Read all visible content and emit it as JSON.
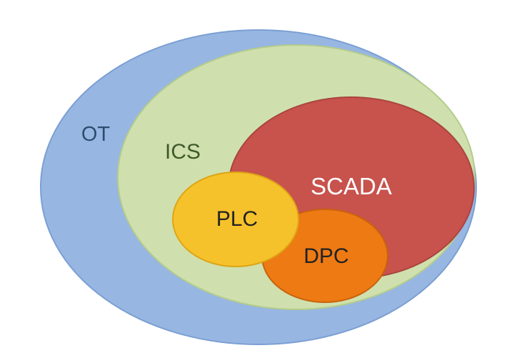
{
  "diagram": {
    "labels": {
      "ot": "OT",
      "ics": "ICS",
      "scada": "SCADA",
      "plc": "PLC",
      "dpc": "DPC"
    },
    "colors": {
      "ot": "#97b6e2",
      "ot_stroke": "#7b9fd3",
      "ics": "#cfe0ae",
      "ics_stroke": "#b4cc8c",
      "scada": "#c8524c",
      "scada_stroke": "#a94540",
      "plc": "#f6c22b",
      "plc_stroke": "#dea515",
      "dpc": "#ee7a14",
      "dpc_stroke": "#c9620c",
      "ot_text": "#2f4d6e",
      "ics_text": "#3f5a2a",
      "scada_text": "#ffffff",
      "plc_text": "#222222",
      "dpc_text": "#222222"
    }
  }
}
